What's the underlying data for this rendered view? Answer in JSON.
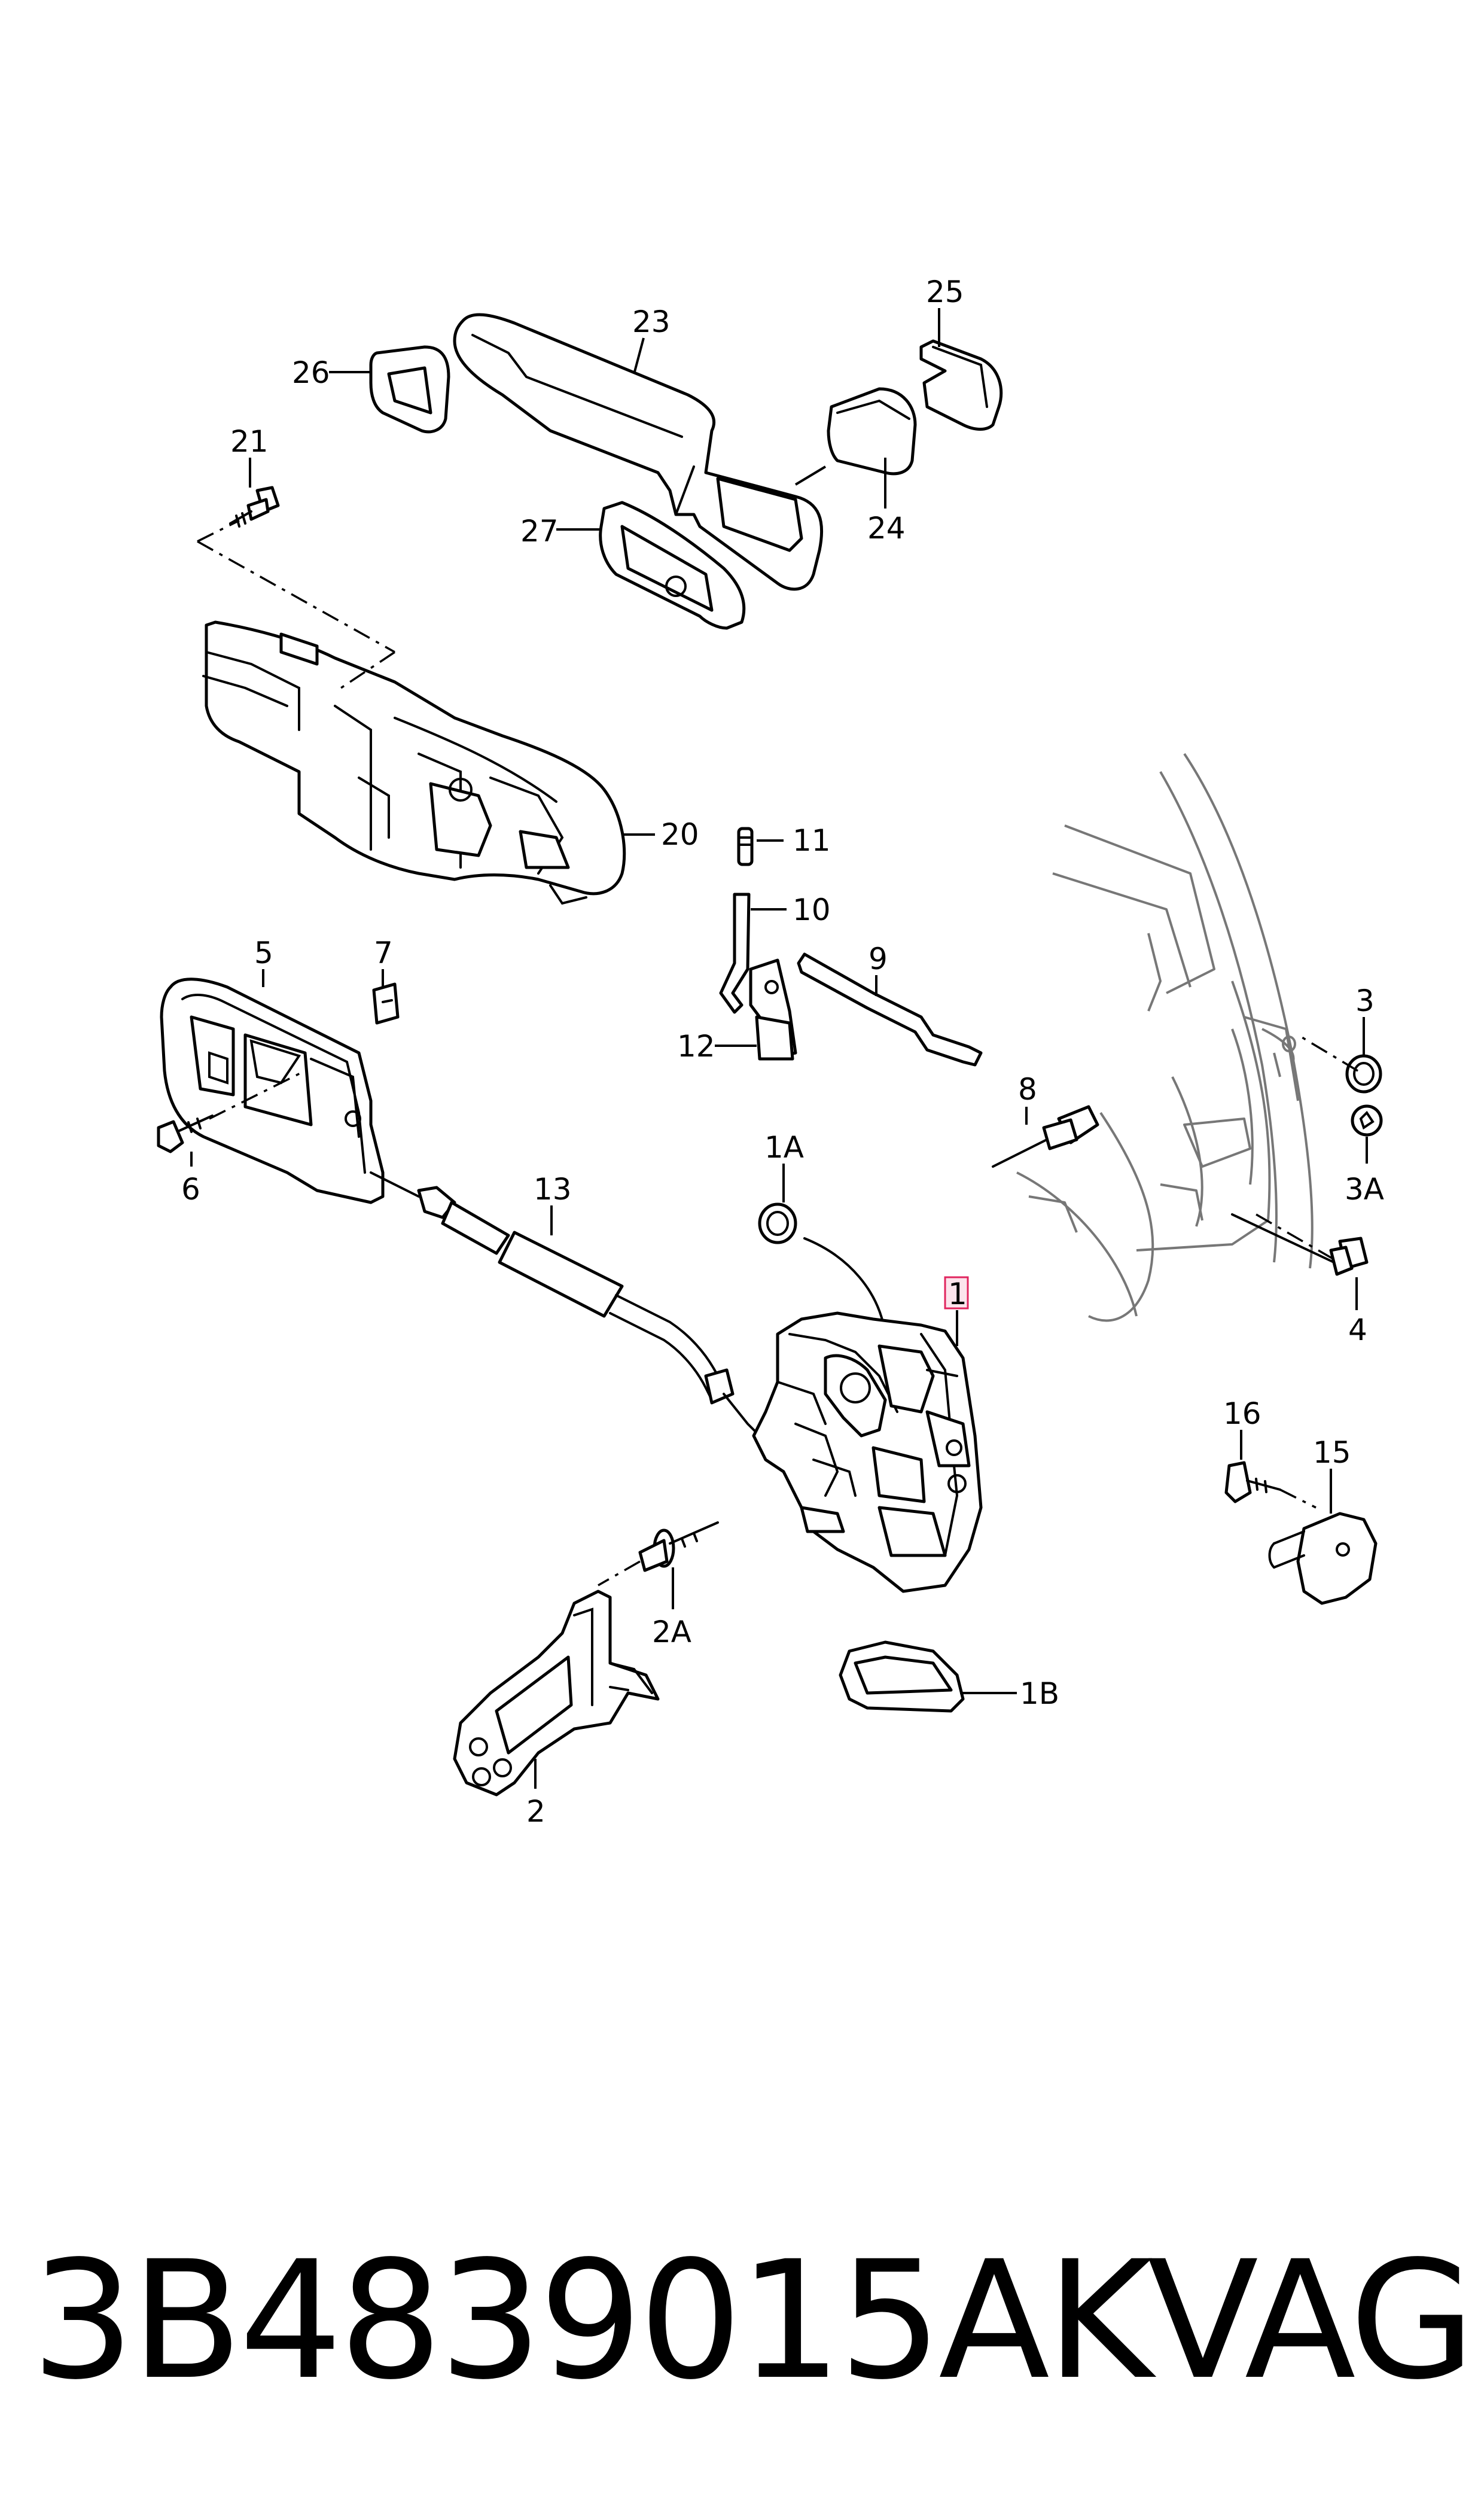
{
  "labels": {
    "l1": "1",
    "l1A": "1A",
    "l1B": "1B",
    "l2": "2",
    "l2A": "2A",
    "l3": "3",
    "l3A": "3A",
    "l4": "4",
    "l5": "5",
    "l6": "6",
    "l7": "7",
    "l8": "8",
    "l9": "9",
    "l10": "10",
    "l11": "11",
    "l12": "12",
    "l13": "13",
    "l15": "15",
    "l16": "16",
    "l20": "20",
    "l21": "21",
    "l23": "23",
    "l24": "24",
    "l25": "25",
    "l26": "26",
    "l27": "27"
  },
  "footer": {
    "part_number": "3B4839015AK",
    "brand": "VAG"
  },
  "colors": {
    "line": "#000000",
    "door_outline": "#777777",
    "highlight_box": "#e0245e",
    "background": "#ffffff"
  }
}
